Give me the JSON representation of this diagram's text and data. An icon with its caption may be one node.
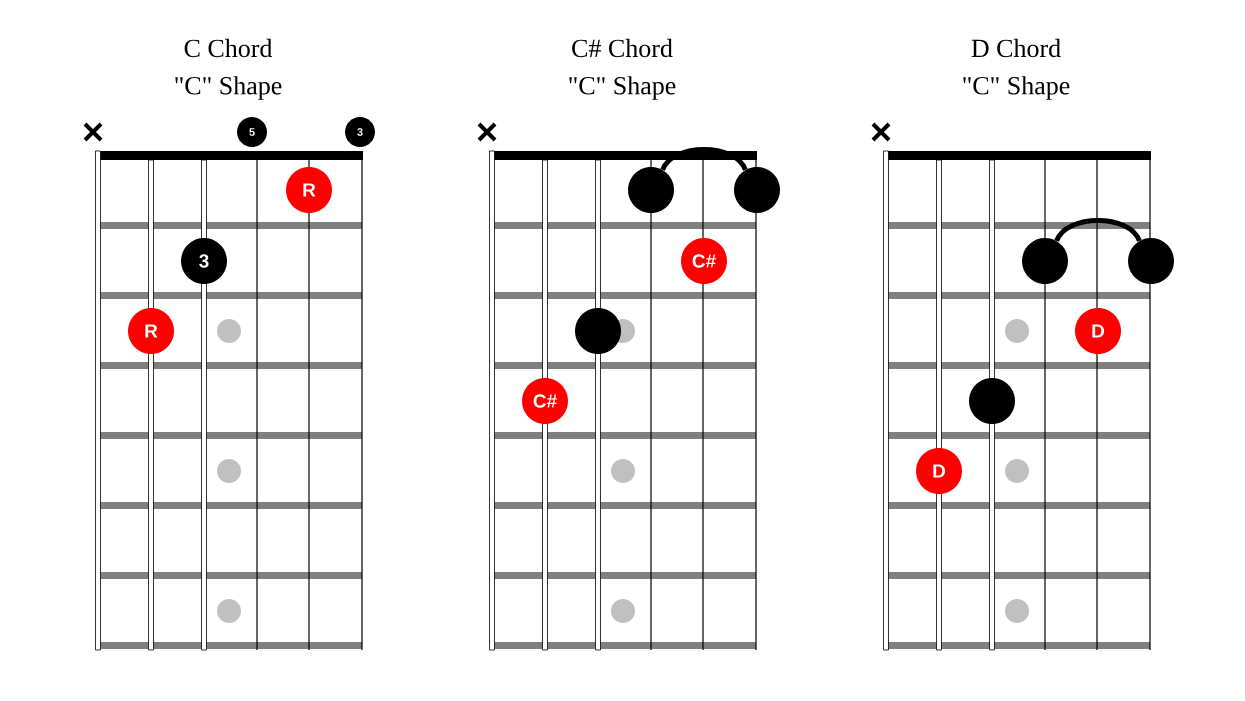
{
  "diagram": {
    "nodes": [
      {
        "text": [
          "5"
        ]
      },
      {
        "text": [
          "3"
        ]
      },
      {
        "text": [
          "R"
        ]
      },
      {
        "text": [
          "3"
        ]
      },
      {
        "text": [
          "R"
        ]
      },
      {
        "text": [],
        "shape": "circle"
      },
      {
        "text": [],
        "shape": "circle"
      },
      {
        "text": [
          "C#"
        ]
      },
      {
        "text": [],
        "shape": "circle"
      },
      {
        "text": [
          "C#"
        ]
      },
      {
        "text": [],
        "shape": "circle"
      },
      {
        "text": [],
        "shape": "circle"
      },
      {
        "text": [
          "D"
        ]
      },
      {
        "text": [],
        "shape": "circle"
      },
      {
        "text": [
          "D"
        ]
      }
    ],
    "edges": [
      {
        "from": 5,
        "to": 6,
        "arrow": "none"
      },
      {
        "from": 10,
        "to": 11,
        "arrow": "none"
      }
    ],
    "labels": [
      "C Chord",
      "C# Chord",
      "D Chord",
      "\"C\" Shape",
      "\"C\" Shape",
      "\"C\" Shape"
    ]
  }
}
